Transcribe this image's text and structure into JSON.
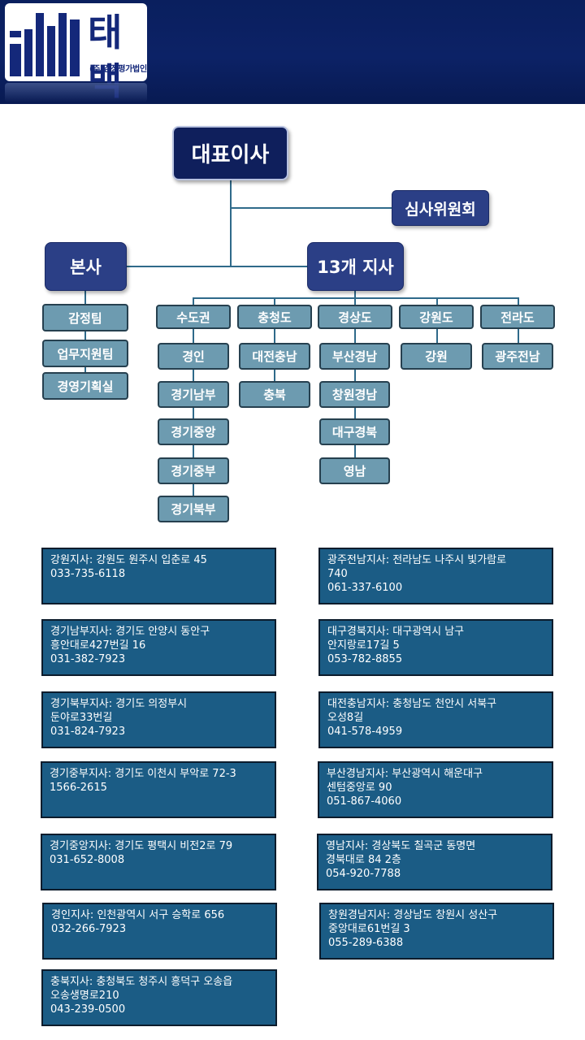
{
  "header": {
    "logo_main": "태백",
    "logo_sub": "(주)감정평가법인",
    "logo_reflection": "(주)감정평가법인"
  },
  "org": {
    "ceo": "대표이사",
    "committee": "심사위원회",
    "hq": "본사",
    "branches": "13개 지사",
    "hq_teams": [
      "감정팀",
      "업무지원팀",
      "경영기획실"
    ],
    "regions": [
      {
        "name": "수도권",
        "branches": [
          "경인",
          "경기남부",
          "경기중앙",
          "경기중부",
          "경기북부"
        ]
      },
      {
        "name": "충청도",
        "branches": [
          "대전충남",
          "충북"
        ]
      },
      {
        "name": "경상도",
        "branches": [
          "부산경남",
          "창원경남",
          "대구경북",
          "영남"
        ]
      },
      {
        "name": "강원도",
        "branches": [
          "강원"
        ]
      },
      {
        "name": "전라도",
        "branches": [
          "광주전남"
        ]
      }
    ]
  },
  "addresses": [
    {
      "lines": [
        "강원지사: 강원도 원주시 입춘로 45",
        "033-735-6118"
      ]
    },
    {
      "lines": [
        "광주전남지사: 전라남도 나주시 빛가람로",
        "740",
        "061-337-6100"
      ]
    },
    {
      "lines": [
        "경기남부지사: 경기도 안양시 동안구",
        "흥안대로427번길 16",
        "031-382-7923"
      ]
    },
    {
      "lines": [
        "대구경북지사: 대구광역시 남구",
        "안지랑로17길 5",
        "053-782-8855"
      ]
    },
    {
      "lines": [
        "경기북부지사: 경기도 의정부시",
        "둔야로33번길",
        "031-824-7923"
      ]
    },
    {
      "lines": [
        "대전충남지사: 충청남도 천안시 서북구",
        "오성8길",
        "041-578-4959"
      ]
    },
    {
      "lines": [
        "경기중부지사: 경기도 이천시 부악로 72-3",
        "1566-2615"
      ]
    },
    {
      "lines": [
        "부산경남지사: 부산광역시 해운대구",
        "센텀중앙로 90",
        "051-867-4060"
      ]
    },
    {
      "lines": [
        "경기중앙지사: 경기도 평택시 비전2로 79",
        "031-652-8008"
      ]
    },
    {
      "lines": [
        "영남지사: 경상북도 칠곡군 동명면",
        "경북대로 84 2층",
        "054-920-7788"
      ]
    },
    {
      "lines": [
        "경인지사: 인천광역시 서구 승학로 656",
        "032-266-7923"
      ]
    },
    {
      "lines": [
        "창원경남지사: 경상남도 창원시 성산구",
        "중앙대로61번길 3",
        "055-289-6388"
      ]
    },
    {
      "lines": [
        "충북지사: 충청북도 청주시 흥덕구 오송읍",
        "오송생명로210",
        "043-239-0500"
      ]
    }
  ]
}
